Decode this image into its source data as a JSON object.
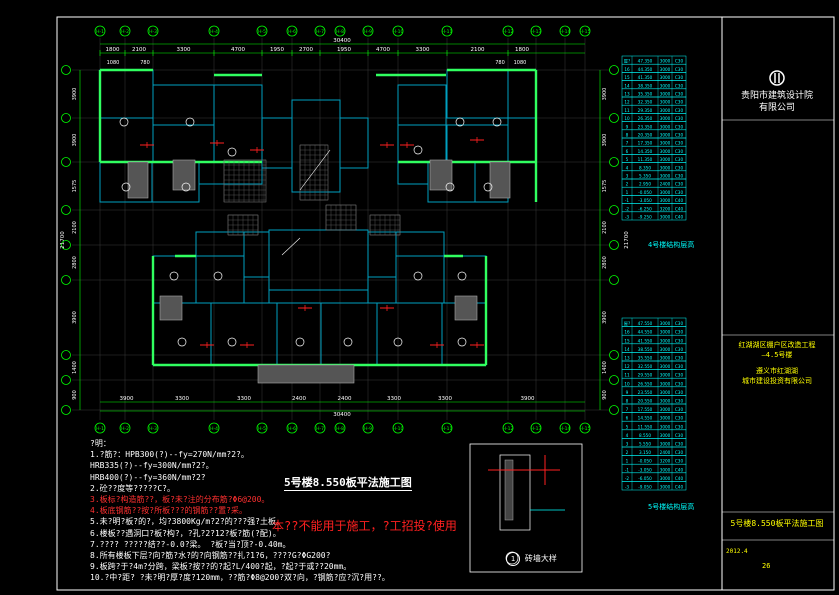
{
  "plan": {
    "axes_top": [
      "H-1",
      "H-2",
      "H-3",
      "H-4",
      "H-5",
      "H-6",
      "H-7",
      "H-8",
      "H-9",
      "H-10",
      "H-11",
      "H-12",
      "H-13",
      "H-14",
      "H-15"
    ],
    "dim_total_top": "30400",
    "dims_top": [
      "1800",
      "2100",
      "3300",
      "4700",
      "1950",
      "2700",
      "1950",
      "4700",
      "3300",
      "2100",
      "1800"
    ],
    "dims_sub": [
      "1080",
      "780",
      "780",
      "1080"
    ],
    "dims_left": [
      "3900",
      "3900",
      "1575",
      "2100",
      "2800",
      "3900",
      "1400",
      "900"
    ],
    "dims_right": [
      "3900",
      "3900",
      "1575",
      "2100",
      "2800",
      "3900",
      "1400",
      "900"
    ],
    "dims_left_total": "21700",
    "dims_right_total": "21700",
    "dims_bottom": [
      "3900",
      "3300",
      "3300",
      "2400",
      "2400",
      "3300",
      "3300",
      "3900"
    ],
    "dim_total_bottom": "30400",
    "title": "5号楼8.550板平法施工图"
  },
  "notes": [
    "?明：",
    "1.?筋?：HPB300(?)--fy=270N/mm?2?。",
    "      HRB335(?)--fy=300N/mm?2?。",
    "      HRB400(?)--fy=360N/mm?2?",
    "2.砼??度等?????C?。",
    "3.板标?构造筋??，板?未?注的分布筋?Φ6@200。",
    "4.板底钢筋??按?所板???的钢筋??置?采。",
    "5.未?明?板?的?，均?3800Kg/m?2?的???强?土板。",
    "6.楼板??遇洞口?板?构?，?孔?2?12?板?筋(?配)。",
    "7.????       ?????结??-0.0?梁。    ?板?当?顶?-0.40m。",
    "8.所有楼板下层?向?筋?水?的?向钢筋??扎?1?6，????G?ΦG200?",
    "9.板跨?于?4m?分跨，梁板?按??的?起?L/400?起，?起?于或??20mm。",
    "10.?中?距?   ?未?明?厚?度?120mm，??筋?Φ8@200?双?向，?钢筋?应?沉?用??。"
  ],
  "watermark": "本??不能用于施工，?工招投?使用",
  "detail": {
    "number": "1",
    "title": "砖墙大样"
  },
  "elevation_table_1": {
    "label": "4号楼结构层高",
    "rows": [
      [
        "屋?",
        "47.350",
        "3000",
        "C30"
      ],
      [
        "16",
        "44.350",
        "3000",
        "C30"
      ],
      [
        "15",
        "41.350",
        "3000",
        "C30"
      ],
      [
        "14",
        "38.350",
        "3000",
        "C30"
      ],
      [
        "13",
        "35.350",
        "3000",
        "C30"
      ],
      [
        "12",
        "32.350",
        "3000",
        "C30"
      ],
      [
        "11",
        "29.350",
        "3000",
        "C30"
      ],
      [
        "10",
        "26.350",
        "3000",
        "C30"
      ],
      [
        "9",
        "23.350",
        "3000",
        "C30"
      ],
      [
        "8",
        "20.350",
        "3000",
        "C30"
      ],
      [
        "7",
        "17.350",
        "3000",
        "C30"
      ],
      [
        "6",
        "14.350",
        "3000",
        "C30"
      ],
      [
        "5",
        "11.350",
        "3000",
        "C30"
      ],
      [
        "4",
        "8.350",
        "3000",
        "C30"
      ],
      [
        "3",
        "5.350",
        "3000",
        "C30"
      ],
      [
        "2",
        "2.950",
        "2400",
        "C30"
      ],
      [
        "1",
        "-0.050",
        "3000",
        "C30"
      ],
      [
        "-1",
        "-3.050",
        "3000",
        "C40"
      ],
      [
        "-2",
        "-6.250",
        "3200",
        "C40"
      ],
      [
        "-3",
        "-9.250",
        "3000",
        "C40"
      ]
    ]
  },
  "elevation_table_2": {
    "label": "5号楼结构层高",
    "rows": [
      [
        "屋?",
        "47.550",
        "3000",
        "C30"
      ],
      [
        "16",
        "44.550",
        "3000",
        "C30"
      ],
      [
        "15",
        "41.550",
        "3000",
        "C30"
      ],
      [
        "14",
        "38.550",
        "3000",
        "C30"
      ],
      [
        "13",
        "35.550",
        "3000",
        "C30"
      ],
      [
        "12",
        "32.550",
        "3000",
        "C30"
      ],
      [
        "11",
        "29.550",
        "3000",
        "C30"
      ],
      [
        "10",
        "26.550",
        "3000",
        "C30"
      ],
      [
        "9",
        "23.550",
        "3000",
        "C30"
      ],
      [
        "8",
        "20.550",
        "3000",
        "C30"
      ],
      [
        "7",
        "17.550",
        "3000",
        "C30"
      ],
      [
        "6",
        "14.550",
        "3000",
        "C30"
      ],
      [
        "5",
        "11.550",
        "3000",
        "C30"
      ],
      [
        "4",
        "8.550",
        "3000",
        "C30"
      ],
      [
        "3",
        "5.550",
        "3000",
        "C30"
      ],
      [
        "2",
        "3.150",
        "2400",
        "C30"
      ],
      [
        "1",
        "-0.050",
        "3200",
        "C30"
      ],
      [
        "-1",
        "-3.050",
        "3000",
        "C40"
      ],
      [
        "-2",
        "-6.050",
        "3000",
        "C40"
      ],
      [
        "-3",
        "-9.050",
        "3000",
        "C40"
      ]
    ]
  },
  "title_block": {
    "company": "贵阳市建筑设计院\n有限公司",
    "project": "红湖湖区棚户区改造工程\n—4.5号楼",
    "client": "遵义市红湖湖\n城市建设投资有限公司",
    "drawing_title": "5号楼8.550板平法施工图",
    "drawing_no": "26",
    "date": "2012.4"
  }
}
